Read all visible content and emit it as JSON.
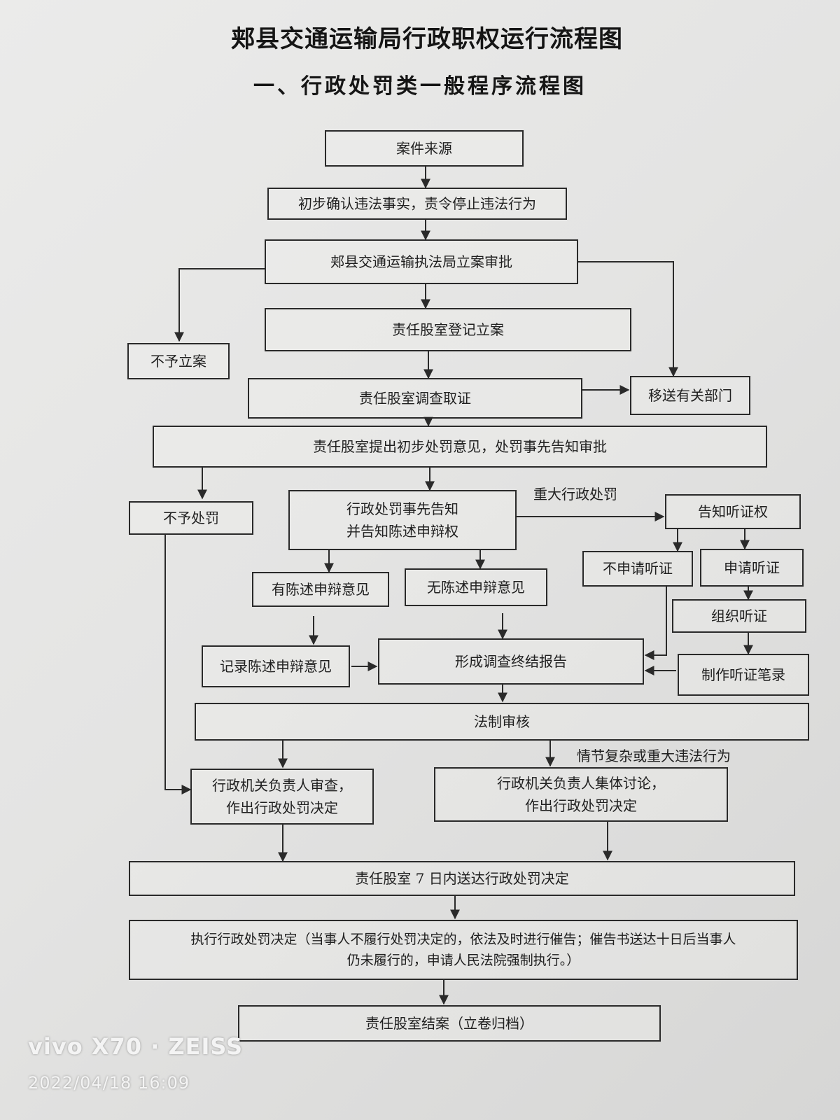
{
  "document": {
    "title": "郏县交通运输局行政职权运行流程图",
    "subtitle_prefix": "一、",
    "subtitle": "行政处罚类一般程序流程图"
  },
  "flowchart": {
    "nodes": {
      "case_source": "案件来源",
      "preliminary_confirm": "初步确认违法事实，责令停止违法行为",
      "filing_approval": "郏县交通运输执法局立案审批",
      "no_filing": "不予立案",
      "register_case": "责任股室登记立案",
      "investigate": "责任股室调查取证",
      "transfer": "移送有关部门",
      "preliminary_opinion": "责任股室提出初步处罚意见，处罚事先告知审批",
      "no_penalty": "不予处罚",
      "prior_notice": "行政处罚事先告知\n并告知陈述申辩权",
      "notify_hearing": "告知听证权",
      "has_defense": "有陈述申辩意见",
      "no_defense": "无陈述申辩意见",
      "no_hearing_request": "不申请听证",
      "request_hearing": "申请听证",
      "organize_hearing": "组织听证",
      "record_defense": "记录陈述申辩意见",
      "final_report": "形成调查终结报告",
      "hearing_record": "制作听证笔录",
      "legal_review": "法制审核",
      "head_review": "行政机关负责人审查，\n作出行政处罚决定",
      "collective_discussion": "行政机关负责人集体讨论，\n作出行政处罚决定",
      "deliver_decision": "责任股室 7 日内送达行政处罚决定",
      "execute_decision": "执行行政处罚决定（当事人不履行处罚决定的，依法及时进行催告；催告书送达十日后当事人\n仍未履行的，申请人民法院强制执行。）",
      "close_case": "责任股室结案（立卷归档）"
    },
    "edge_labels": {
      "major_penalty": "重大行政处罚",
      "complex_case": "情节复杂或重大违法行为"
    }
  },
  "watermark": {
    "brand": "vivo X70 · ZEISS",
    "timestamp": "2022/04/18 16:09"
  },
  "colors": {
    "line": "#2a2a2a",
    "paper": "#e6e6e5"
  }
}
